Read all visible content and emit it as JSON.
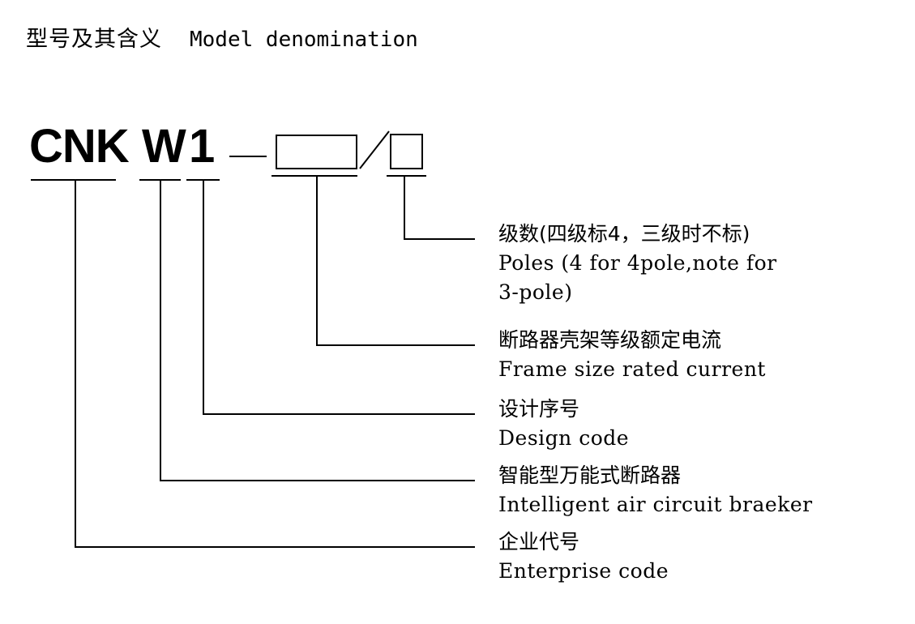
{
  "heading": {
    "chinese": "型号及其含义",
    "english": "Model denomination"
  },
  "model_code": {
    "enterprise": "CNK",
    "series": "W",
    "design": "1",
    "separator_dash": "—",
    "separator_slash": "/",
    "frame_box_value": "",
    "poles_box_value": ""
  },
  "callouts": [
    {
      "key": "poles",
      "chinese": "级数(四级标4，三级时不标)",
      "english_lines": [
        "Poles (4 for 4pole,note for",
        "3-pole)"
      ]
    },
    {
      "key": "frame_size",
      "chinese": "断路器壳架等级额定电流",
      "english_lines": [
        "Frame size rated current"
      ]
    },
    {
      "key": "design_code",
      "chinese": "设计序号",
      "english_lines": [
        "Design code"
      ]
    },
    {
      "key": "breaker_type",
      "chinese": "智能型万能式断路器",
      "english_lines": [
        "Intelligent air circuit braeker"
      ]
    },
    {
      "key": "enterprise_code",
      "chinese": "企业代号",
      "english_lines": [
        "Enterprise code"
      ]
    }
  ],
  "colors": {
    "ink": "#000000",
    "background": "#ffffff"
  }
}
